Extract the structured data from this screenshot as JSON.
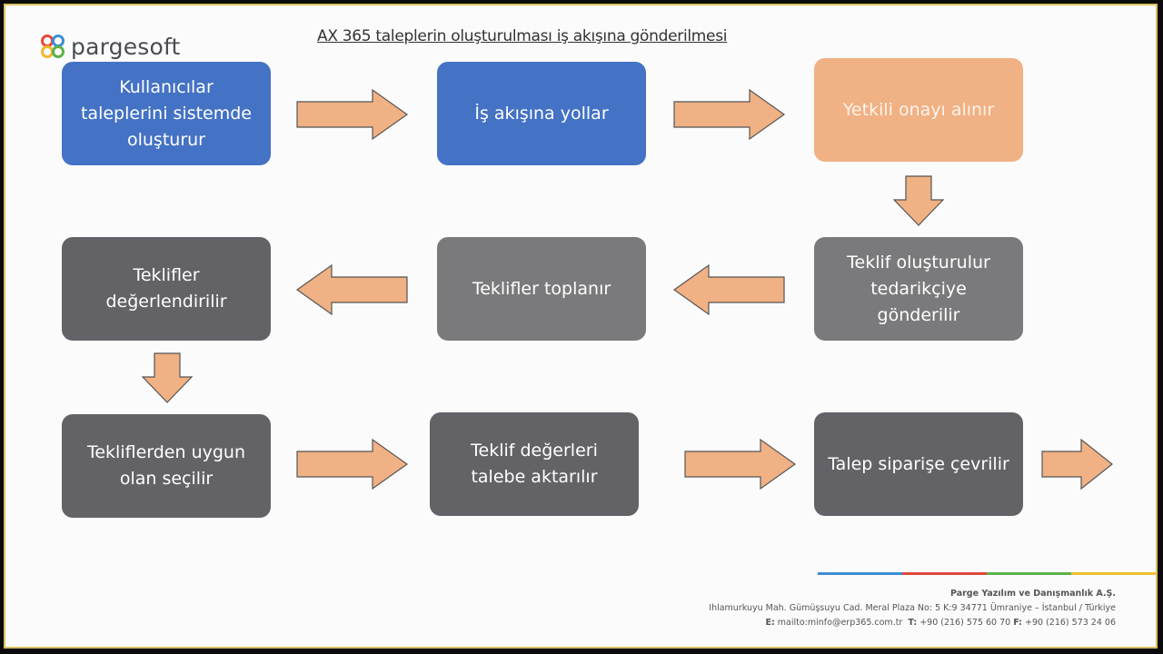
{
  "brand": {
    "name": "pargesoft"
  },
  "title": "AX 365 taleplerin oluşturulması iş akışına gönderilmesi",
  "steps": [
    {
      "id": 1,
      "text": "Kullanıcılar\ntaleplerini sistemde\noluşturur"
    },
    {
      "id": 2,
      "text": "İş akışına yollar"
    },
    {
      "id": 3,
      "text": "Yetkili onayı alınır"
    },
    {
      "id": 4,
      "text": "Teklif oluşturulur\ntedarikçiye\ngönderilir"
    },
    {
      "id": 5,
      "text": "Teklifler toplanır"
    },
    {
      "id": 6,
      "text": "Teklifler\ndeğerlendirilir"
    },
    {
      "id": 7,
      "text": "Tekliflerden uygun\nolan seçilir"
    },
    {
      "id": 8,
      "text": "Teklif değerleri\ntalebe aktarılır"
    },
    {
      "id": 9,
      "text": "Talep siparişe çevrilir"
    }
  ],
  "colors": {
    "blue": "#4472c4",
    "orange": "#f0b184",
    "gray": "#7a7a7c",
    "dark_gray": "#636267",
    "arrow_fill": "#f0b184",
    "arrow_stroke": "#555555"
  },
  "footer": {
    "company": "Parge Yazılım ve Danışmanlık A.Ş.",
    "address": "Ihlamurkuyu Mah. Gümüşsuyu Cad. Meral Plaza No: 5 K:9 34771 Ümraniye – İstanbul / Türkiye",
    "email_label": "E:",
    "email": "mailto:minfo@erp365.com.tr",
    "phone_label": "T:",
    "phone": "+90 (216) 575 60 70",
    "fax_label": "F:",
    "fax": "+90 (216) 573 24 06"
  }
}
